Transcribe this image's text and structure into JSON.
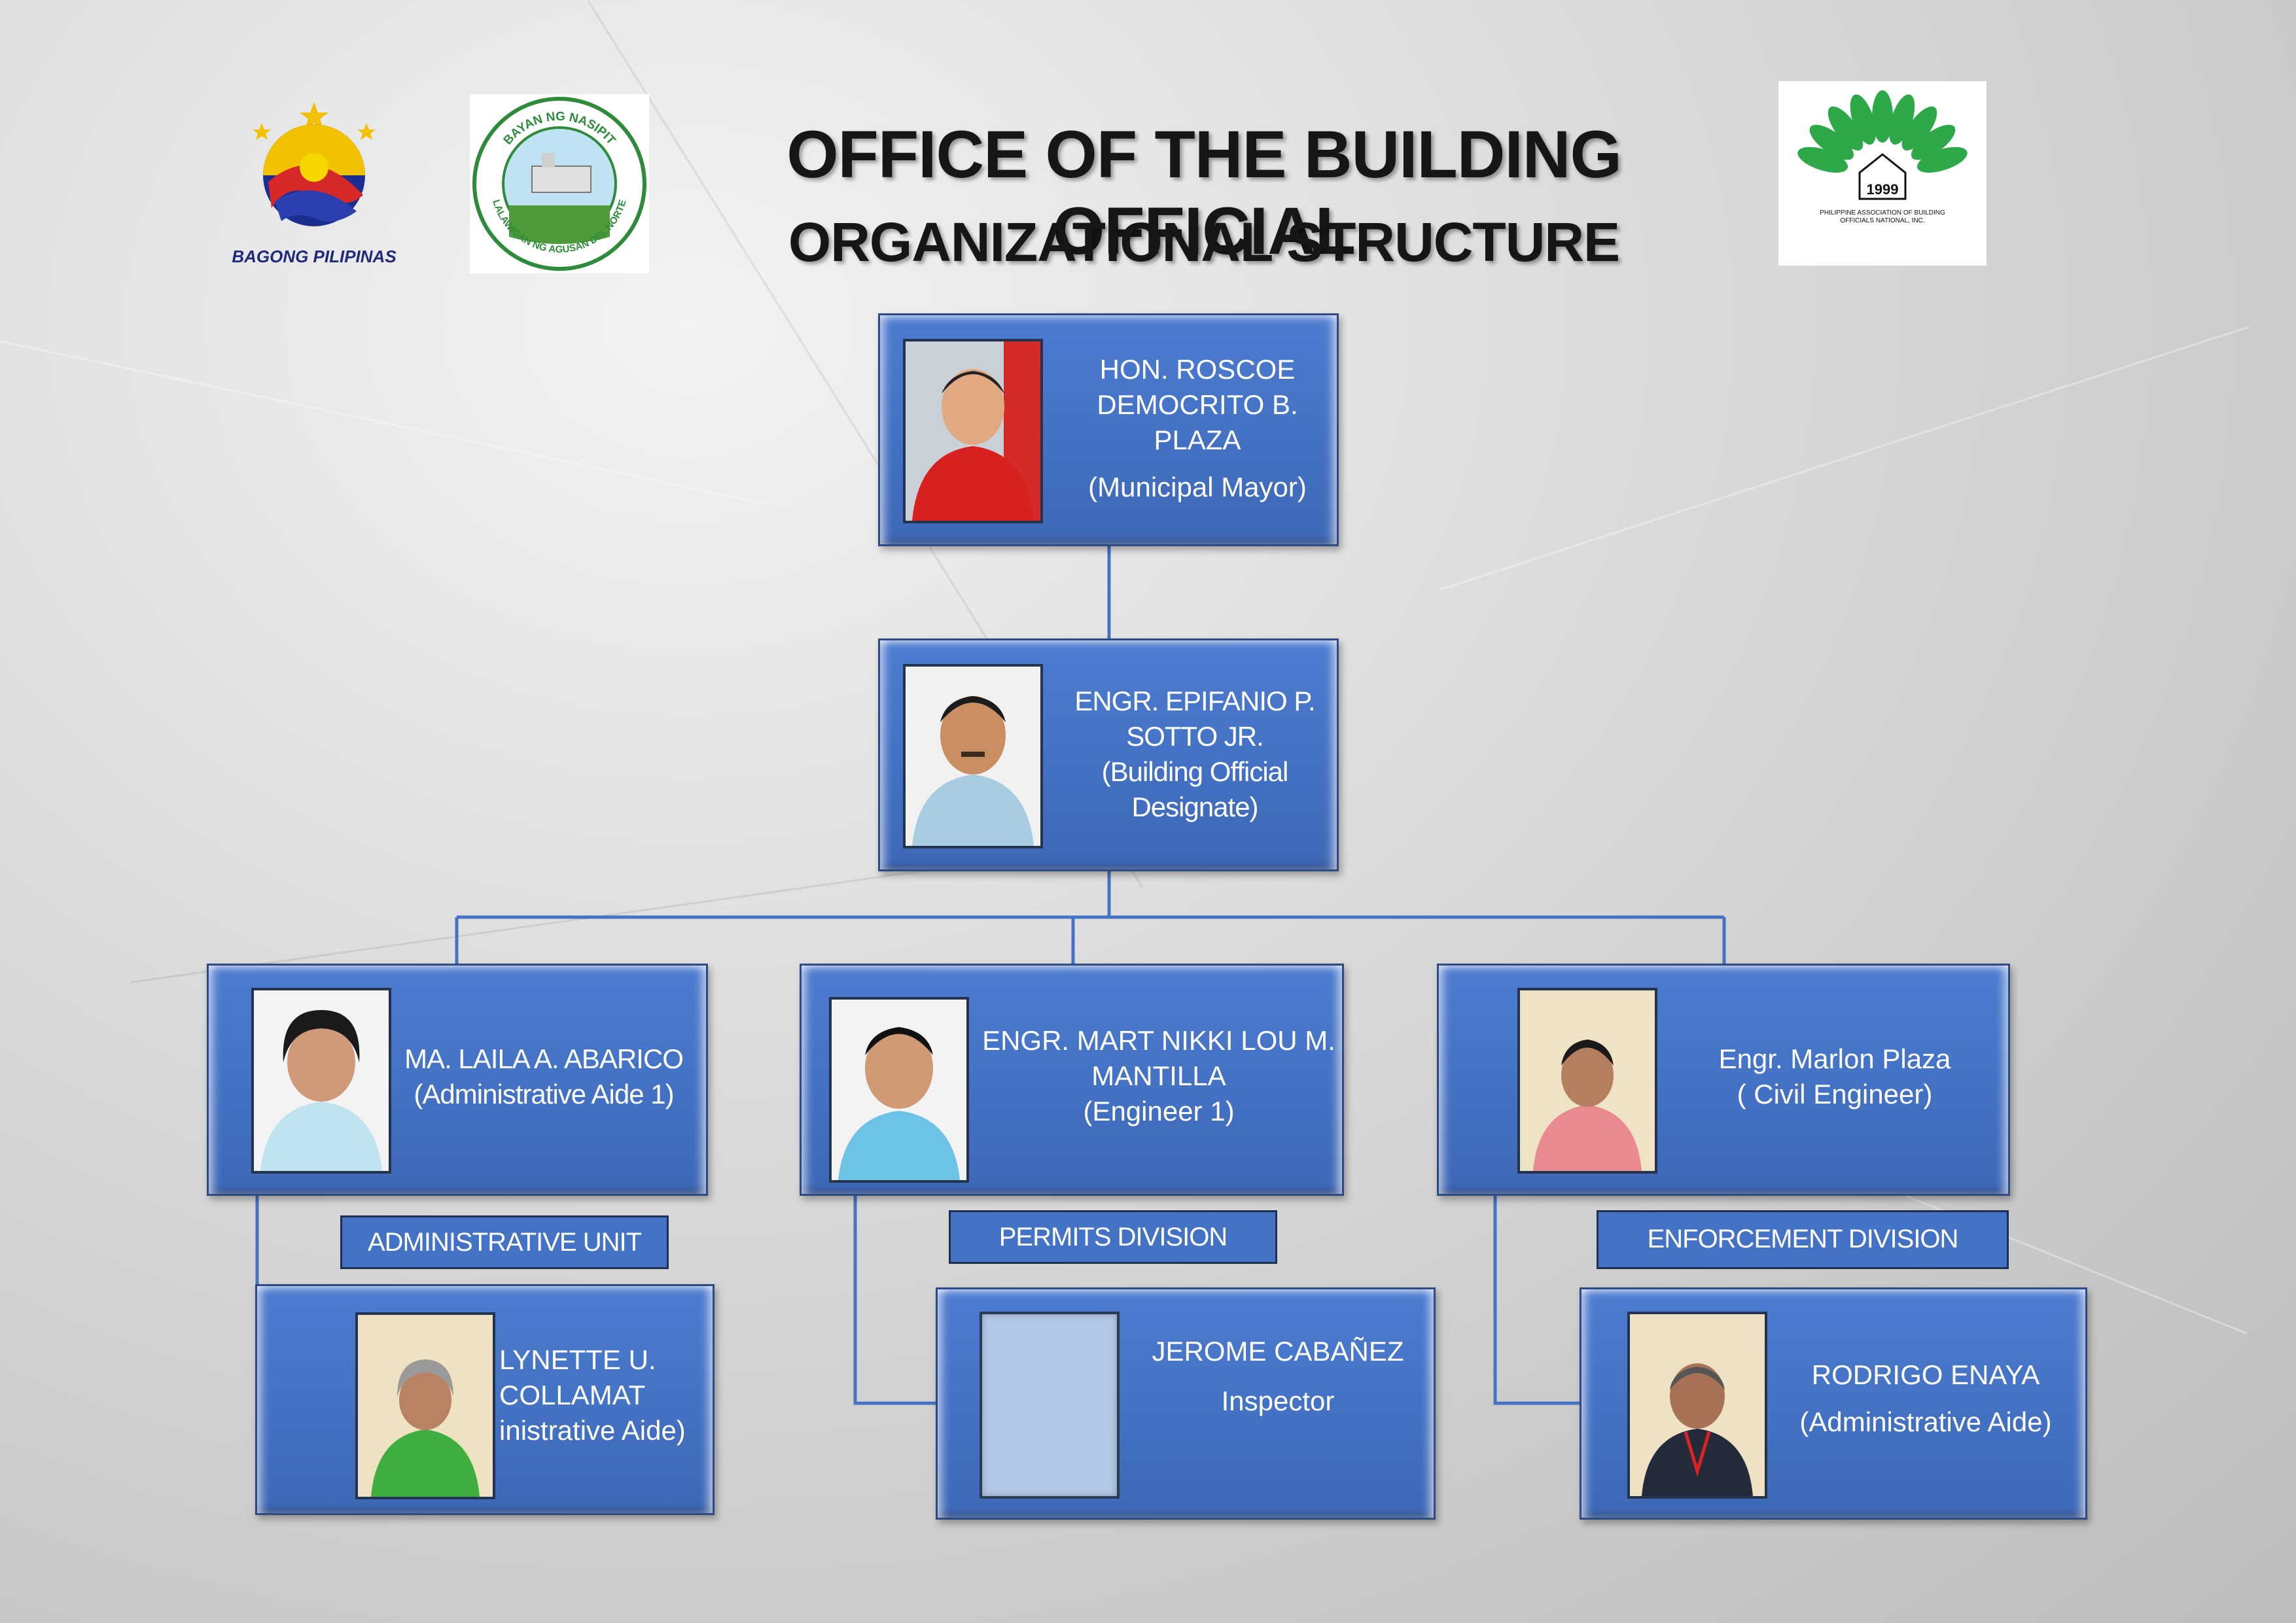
{
  "header": {
    "title": "OFFICE OF THE BUILDING OFFICIAL",
    "subtitle": "ORGANIZATIONAL  STRUCTURE"
  },
  "logos": {
    "bagong_pilipinas": "BAGONG PILIPINAS",
    "nasipit_seal": {
      "top_text": "BAYAN NG NASIPIT",
      "bottom_text": "LALAWIGAN NG AGUSAN DEL NORTE"
    },
    "paboi": {
      "year": "1999",
      "name": "PHILIPPINE ASSOCIATION OF BUILDING OFFICIALS NATIONAL, INC."
    }
  },
  "nodes": {
    "mayor": {
      "name_lines": [
        "HON. ROSCOE",
        "DEMOCRITO B.",
        "PLAZA"
      ],
      "role": "(Municipal Mayor)"
    },
    "building_official": {
      "name_lines": [
        "ENGR. EPIFANIO P.",
        "SOTTO JR."
      ],
      "role_lines": [
        "(Building Official",
        "Designate)"
      ]
    },
    "admin_aide_1": {
      "name": "MA. LAILA A. ABARICO",
      "role": "(Administrative Aide 1)"
    },
    "engineer_1": {
      "name_lines": [
        "ENGR. MART NIKKI LOU M.",
        "MANTILLA"
      ],
      "role": "(Engineer 1)"
    },
    "civil_engineer": {
      "name": "Engr. Marlon Plaza",
      "role": "( Civil Engineer)"
    },
    "admin_aide_2": {
      "name_lines": [
        "LYNETTE U.",
        "COLLAMAT"
      ],
      "role": "inistrative Aide)"
    },
    "inspector": {
      "name": "JEROME CABAÑEZ",
      "role": "Inspector"
    },
    "admin_aide_3": {
      "name": "RODRIGO ENAYA",
      "role": "(Administrative Aide)"
    }
  },
  "units": {
    "administrative": "ADMINISTRATIVE UNIT",
    "permits": "PERMITS DIVISION",
    "enforcement": "ENFORCEMENT DIVISION"
  },
  "colors": {
    "box_fill": "#4472c4",
    "box_border": "#2d4a82",
    "connector": "#4472c4",
    "title_text": "#161616"
  }
}
